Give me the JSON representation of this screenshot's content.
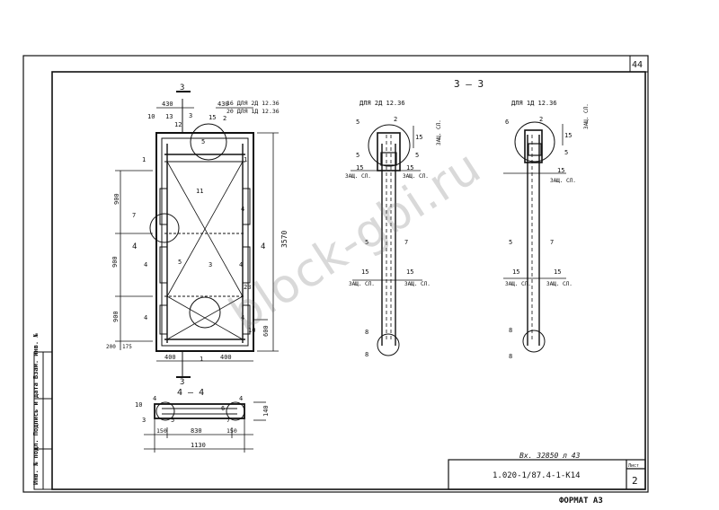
{
  "sheet": {
    "number": "44",
    "designation": "1.020-1/87.4-1-К14",
    "sheet_label": "Лист",
    "sheet_no": "2",
    "inventory": "Вх. 32850 л 43",
    "format": "ФОРМАТ А3",
    "side_stamp": "Инв. № подл.   Подпись и дата   Взам. инв. №"
  },
  "labels": {
    "sec_top": "3",
    "sec_bottom": "3",
    "section_33": "3 — 3",
    "section_44": "4 — 4",
    "for_2d": "ДЛЯ 2Д 12.36",
    "for_1d": "ДЛЯ 1Д 12.36",
    "note_16": "16  ДЛЯ 2Д 12.36",
    "note_20": "20  ДЛЯ 1Д 12.36",
    "zasch": "ЗАЩ. СЛ.",
    "d430a": "430",
    "d430b": "430",
    "d900a": "900",
    "d900b": "900",
    "d900c": "900",
    "d3570": "3570",
    "d400a": "400",
    "d400b": "400",
    "d600": "600",
    "d200": "200",
    "d175": "175",
    "d150a": "150",
    "d150b": "150",
    "d830": "830",
    "d1130": "1130",
    "d140": "140",
    "d15": "15",
    "m4": "4",
    "n1": "1",
    "n2": "2",
    "n3": "3",
    "n4": "4",
    "n5": "5",
    "n6": "6",
    "n7": "7",
    "n8": "8",
    "n10": "10",
    "n11": "11",
    "n12": "12",
    "n13": "13",
    "n15": "15",
    "n23": "23"
  },
  "watermark": "block-gbi.ru"
}
